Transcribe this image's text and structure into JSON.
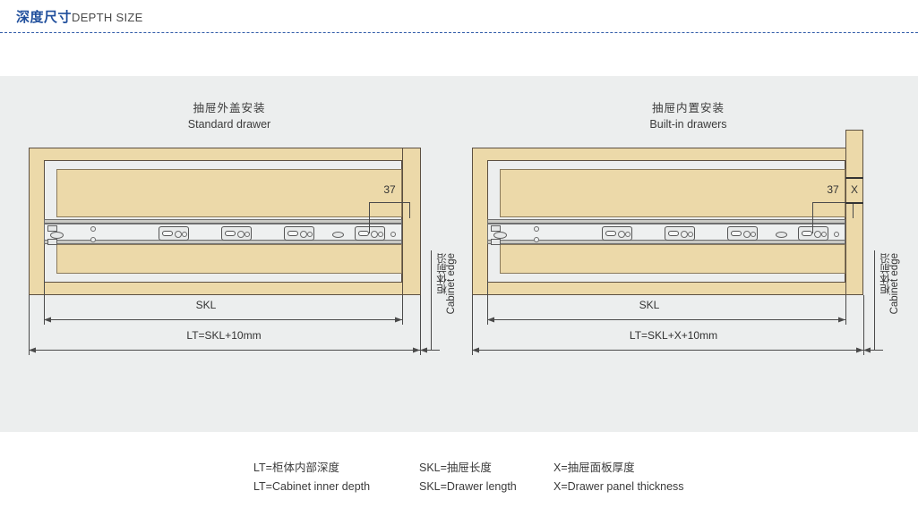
{
  "header": {
    "title_cn": "深度尺寸",
    "title_en": "DEPTH SIZE"
  },
  "diagrams": [
    {
      "id": "standard-drawer",
      "title_cn": "抽屉外盖安装",
      "title_en": "Standard drawer",
      "dim_37": "37",
      "dim_skl": "SKL",
      "dim_lt": "LT=SKL+10mm",
      "edge_label_cn": "柜体前沿",
      "edge_label_en": "Cabinet edge",
      "panel_thickness_label": ""
    },
    {
      "id": "built-in-drawers",
      "title_cn": "抽屉内置安装",
      "title_en": "Built-in drawers",
      "dim_37": "37",
      "dim_skl": "SKL",
      "dim_lt": "LT=SKL+X+10mm",
      "edge_label_cn": "柜体前沿",
      "edge_label_en": "Cabinet edge",
      "panel_thickness_label": "X"
    }
  ],
  "legend": [
    {
      "cn": "LT=柜体内部深度",
      "en": "LT=Cabinet inner depth"
    },
    {
      "cn": "SKL=抽屉长度",
      "en": "SKL=Drawer length"
    },
    {
      "cn": "X=抽屉面板厚度",
      "en": "X=Drawer panel thickness"
    }
  ],
  "colors": {
    "accent": "#1f4e9c",
    "rule": "#2f5aa8",
    "stage_bg": "#eceeee",
    "wood": "#ecd9a9",
    "outline": "#5c5042",
    "slide": "#eef0f0",
    "text": "#3b3b3b"
  }
}
